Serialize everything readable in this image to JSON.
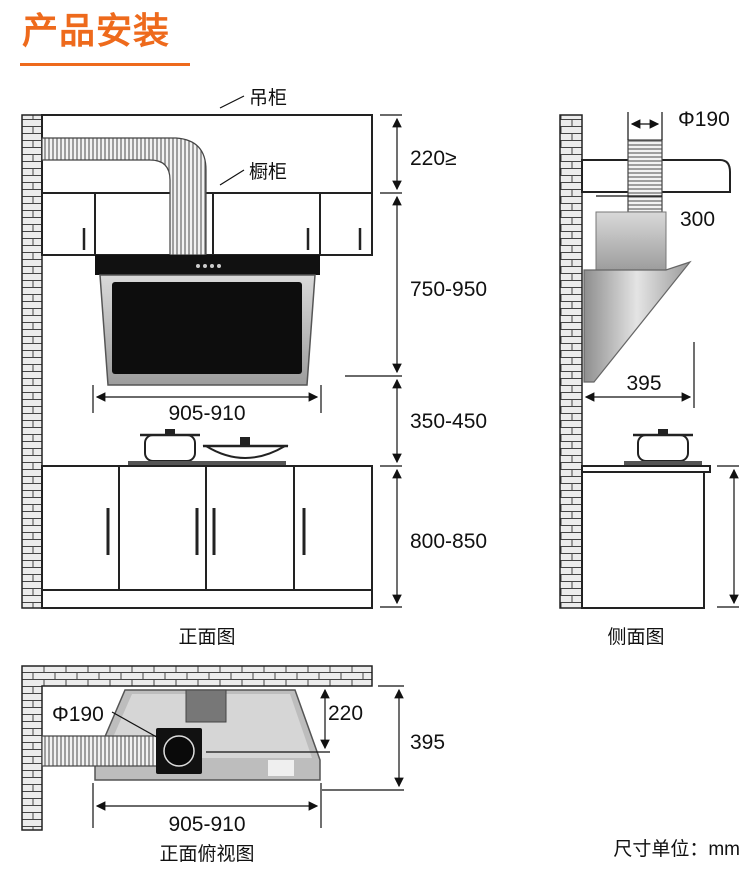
{
  "title": "产品安装",
  "colors": {
    "accent": "#ee6a1c",
    "outline": "#222222",
    "brick": "#e8e8e8"
  },
  "front_view": {
    "caption": "正面图",
    "labels": {
      "wall_cabinet": "吊柜",
      "cupboard": "橱柜"
    },
    "dimensions": {
      "wall_cabinet_height": "220≥",
      "cabinet_to_hood": "750-950",
      "hood_width": "905-910",
      "hood_to_stove": "350-450",
      "base_cabinet_height": "800-850"
    }
  },
  "side_view": {
    "caption": "侧面图",
    "dimensions": {
      "duct_diameter": "Φ190",
      "body_height": "300",
      "depth": "395"
    }
  },
  "top_view": {
    "caption": "正面俯视图",
    "dimensions": {
      "duct_diameter": "Φ190",
      "outlet_offset": "220",
      "depth": "395",
      "width": "905-910"
    }
  },
  "unit_note": "尺寸单位：mm"
}
